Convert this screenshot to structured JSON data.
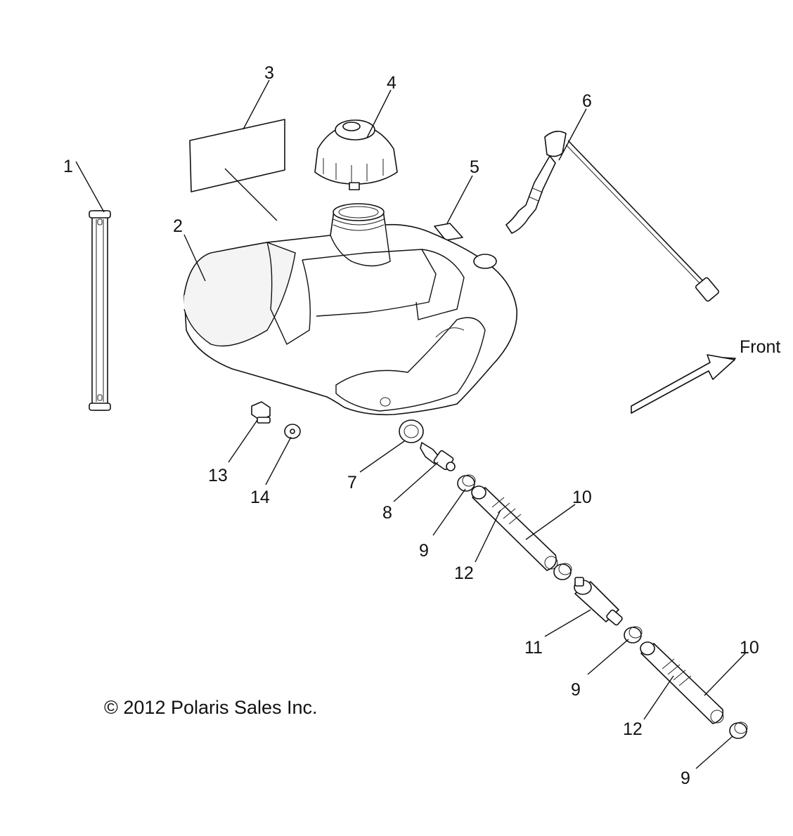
{
  "callouts": {
    "c1": "1",
    "c2": "2",
    "c3": "3",
    "c4": "4",
    "c5": "5",
    "c6": "6",
    "c7": "7",
    "c8": "8",
    "c9a": "9",
    "c9b": "9",
    "c9c": "9",
    "c10a": "10",
    "c10b": "10",
    "c11": "11",
    "c12a": "12",
    "c12b": "12",
    "c13": "13",
    "c14": "14"
  },
  "direction_label": "Front",
  "copyright": "© 2012 Polaris Sales Inc."
}
